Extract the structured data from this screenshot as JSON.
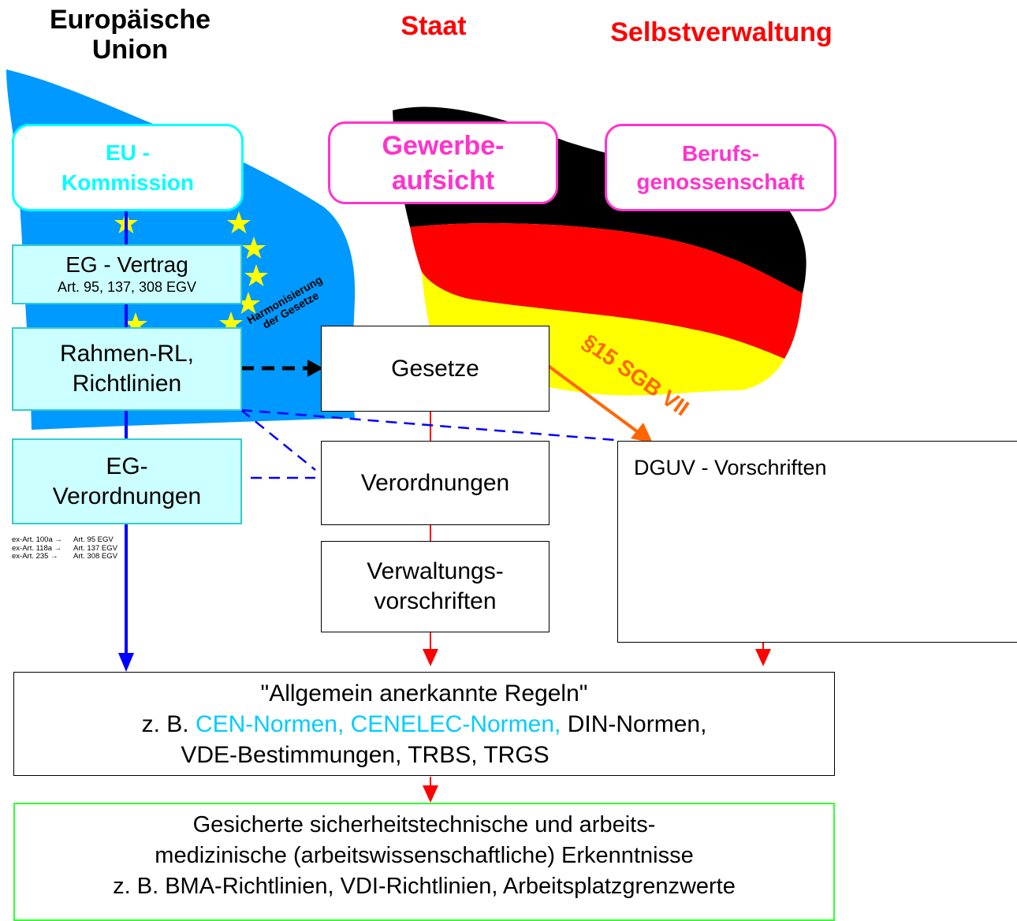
{
  "headers": {
    "eu_line1": "Europäische",
    "eu_line2": "Union",
    "staat": "Staat",
    "selbst": "Selbstverwaltung"
  },
  "bodies": {
    "eu_kommission": [
      "EU -",
      "Kommission"
    ],
    "gewerbeaufsicht": [
      "Gewerbe-",
      "aufsicht"
    ],
    "berufsgenossenschaft": [
      "Berufs-",
      "genossenschaft"
    ]
  },
  "eu_boxes": {
    "eg_vertrag_title": "EG - Vertrag",
    "eg_vertrag_sub": "Art. 95, 137, 308 EGV",
    "rahmen": [
      "Rahmen-RL,",
      "Richtlinien"
    ],
    "eg_verordnungen": [
      "EG-",
      "Verordnungen"
    ]
  },
  "footnote": {
    "rows": [
      [
        "ex-Art. 100a →",
        "Art.  95 EGV"
      ],
      [
        "ex-Art. 118a →",
        "Art. 137 EGV"
      ],
      [
        "ex-Art. 235  →",
        "Art. 308 EGV"
      ]
    ]
  },
  "harmonisierung": [
    "Harmonisierung",
    "der Gesetze"
  ],
  "paragraph": "§15 SGB VII",
  "state_boxes": {
    "gesetze": "Gesetze",
    "verordnungen": "Verordnungen",
    "verwaltung": [
      "Verwaltungs-",
      "vorschriften"
    ]
  },
  "dguv": "DGUV - Vorschriften",
  "regeln": {
    "title": "\"Allgemein anerkannte Regeln\"",
    "line2_prefix": "z. B.",
    "line2_cyan": "CEN-Normen, CENELEC-Normen,",
    "line2_suffix": "DIN-Normen,",
    "line3": "VDE-Bestimmungen, TRBS, TRGS"
  },
  "erkenntnisse": {
    "line1": "Gesicherte sicherheitstechnische und arbeits-",
    "line2": "medizinische (arbeitswissenschaftliche) Erkenntnisse",
    "line3": "z. B. BMA-Richtlinien, VDI-Richtlinien, Arbeitsplatzgrenzwerte"
  },
  "colors": {
    "eu_blue": "#0099ff",
    "eu_star": "#ffff00",
    "cyan": "#00ffff",
    "magenta": "#ff33cc",
    "red": "#ff0000",
    "orange": "#ff6600",
    "green": "#33ff33",
    "dark_blue": "#0000ff"
  }
}
